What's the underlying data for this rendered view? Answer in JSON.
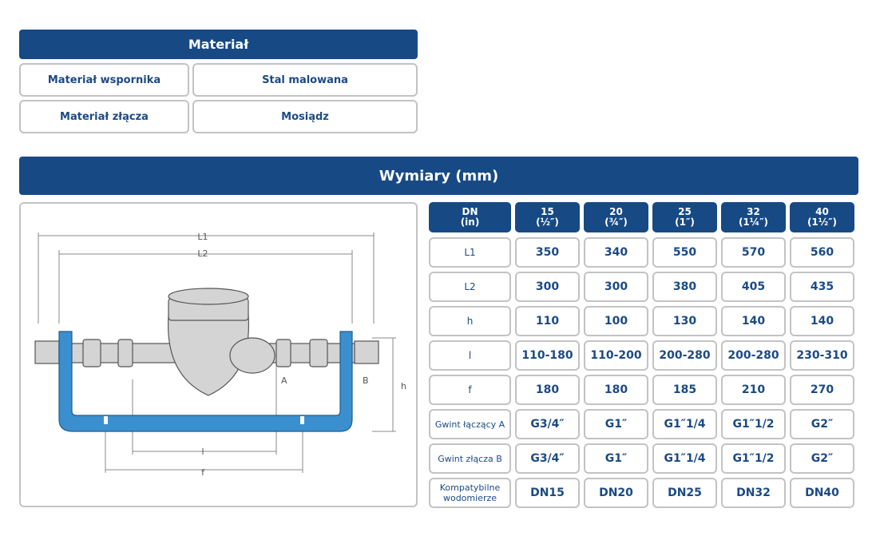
{
  "material": {
    "title": "Materiał",
    "rows": [
      {
        "label": "Materiał wspornika",
        "value": "Stal malowana"
      },
      {
        "label": "Materiał złącza",
        "value": "Mosiądz"
      }
    ]
  },
  "dimensions": {
    "title": "Wymiary (mm)",
    "diagram_labels": {
      "L1": "L1",
      "L2": "L2",
      "A": "A",
      "B": "B",
      "h": "h",
      "l": "l",
      "f": "f"
    },
    "header": [
      {
        "top": "DN",
        "bottom": "(in)"
      },
      {
        "top": "15",
        "bottom": "(½″)"
      },
      {
        "top": "20",
        "bottom": "(¾″)"
      },
      {
        "top": "25",
        "bottom": "(1″)"
      },
      {
        "top": "32",
        "bottom": "(1¼″)"
      },
      {
        "top": "40",
        "bottom": "(1½″)"
      }
    ],
    "rows": [
      {
        "label": "L1",
        "values": [
          "350",
          "340",
          "550",
          "570",
          "560"
        ]
      },
      {
        "label": "L2",
        "values": [
          "300",
          "300",
          "380",
          "405",
          "435"
        ]
      },
      {
        "label": "h",
        "values": [
          "110",
          "100",
          "130",
          "140",
          "140"
        ]
      },
      {
        "label": "l",
        "values": [
          "110-180",
          "110-200",
          "200-280",
          "200-280",
          "230-310"
        ]
      },
      {
        "label": "f",
        "values": [
          "180",
          "180",
          "185",
          "210",
          "270"
        ]
      },
      {
        "label": "Gwint łączący A",
        "values": [
          "G3/4″",
          "G1″",
          "G1″1/4",
          "G1″1/2",
          "G2″"
        ]
      },
      {
        "label": "Gwint złącza B",
        "values": [
          "G3/4″",
          "G1″",
          "G1″1/4",
          "G1″1/2",
          "G2″"
        ]
      },
      {
        "label": "Kompatybilne wodomierze",
        "values": [
          "DN15",
          "DN20",
          "DN25",
          "DN32",
          "DN40"
        ]
      }
    ]
  },
  "colors": {
    "primary": "#174a85",
    "bracket": "#3a8fcf",
    "border": "#c3c3c3"
  }
}
